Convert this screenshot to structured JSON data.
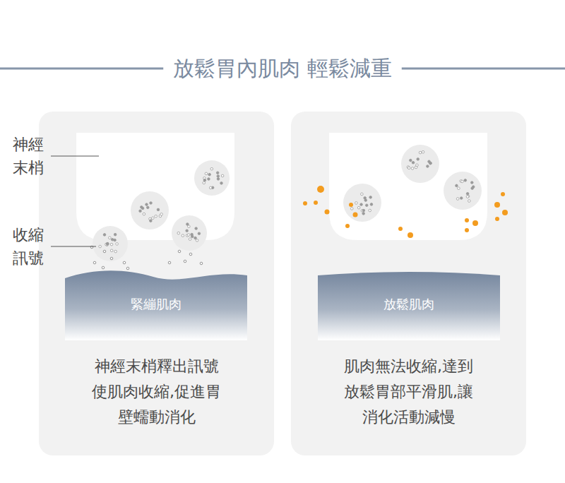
{
  "diagram": {
    "title": "放鬆胃內肌肉 輕鬆減重",
    "nodes": [
      {
        "text": [
          "神經末梢釋出訊號 使肌肉收縮,促進胃 壁蠕動消化"
        ]
      },
      {
        "text": [
          "緊繃肌肉"
        ],
        "in": 0
      },
      {
        "text": [
          "肌肉無法收縮,達到 放鬆胃部平滑肌,讓 消化活動減慢"
        ]
      },
      {
        "text": [
          "放鬆肌肉"
        ],
        "in": 2
      }
    ],
    "labels": [
      "神經末梢",
      "收縮訊號"
    ]
  }
}
